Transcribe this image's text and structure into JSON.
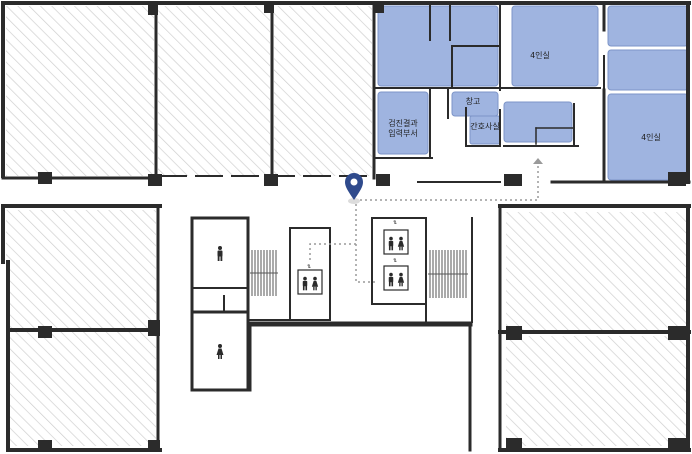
{
  "rooms": {
    "room_4_a": "4인실",
    "room_4_b": "4인실",
    "storage": "창고",
    "nurse_station": "간호사실",
    "checkup_line1": "검진결과",
    "checkup_line2": "입력부서"
  },
  "icons": {
    "location_pin": "location-pin-icon",
    "toilet_male": "male-toilet-icon",
    "toilet_female": "female-toilet-icon",
    "elevator": "elevator-icon"
  },
  "colors": {
    "room_fill": "#9fb4e0",
    "room_stroke": "#7d95c8",
    "wall": "#2b2b2b",
    "hatch": "#c8c8c8",
    "pin": "#2f4a8c",
    "route": "#9a9a9a"
  }
}
